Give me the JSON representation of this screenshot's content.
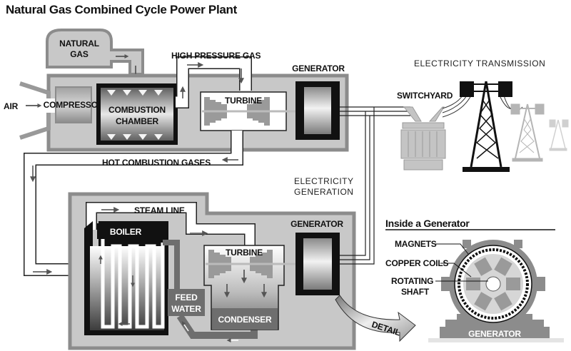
{
  "title": "Natural Gas Combined Cycle Power Plant",
  "colors": {
    "housing_gray": "#c8c8c8",
    "housing_border": "#8c8c8c",
    "dark": "#111111",
    "pipe_white": "#ffffff",
    "feed_gray": "#6e6e6e",
    "faded_tower": "#b5b5b5"
  },
  "labels": {
    "natural_gas": [
      "NATURAL",
      "GAS"
    ],
    "air": "AIR",
    "compressor": "COMPRESSOR",
    "combustion_chamber": [
      "COMBUSTION",
      "CHAMBER"
    ],
    "high_pressure_gas": "HIGH PRESSURE GAS",
    "turbine_top": "TURBINE",
    "generator_top": "GENERATOR",
    "hot_combustion_gases": "HOT COMBUSTION GASES",
    "electricity_generation": [
      "ELECTRICITY",
      "GENERATION"
    ],
    "electricity_transmission": "ELECTRICITY TRANSMISSION",
    "switchyard": "SWITCHYARD",
    "steam_line": "STEAM LINE",
    "boiler": "BOILER",
    "turbine_bottom": "TURBINE",
    "generator_bottom": "GENERATOR",
    "feed_water": [
      "FEED",
      "WATER"
    ],
    "condenser": "CONDENSER",
    "detail": "DETAIL"
  },
  "inset": {
    "title": "Inside a Generator",
    "callouts": [
      "MAGNETS",
      "COPPER COILS",
      "ROTATING",
      "SHAFT"
    ],
    "base_label": "GENERATOR"
  }
}
